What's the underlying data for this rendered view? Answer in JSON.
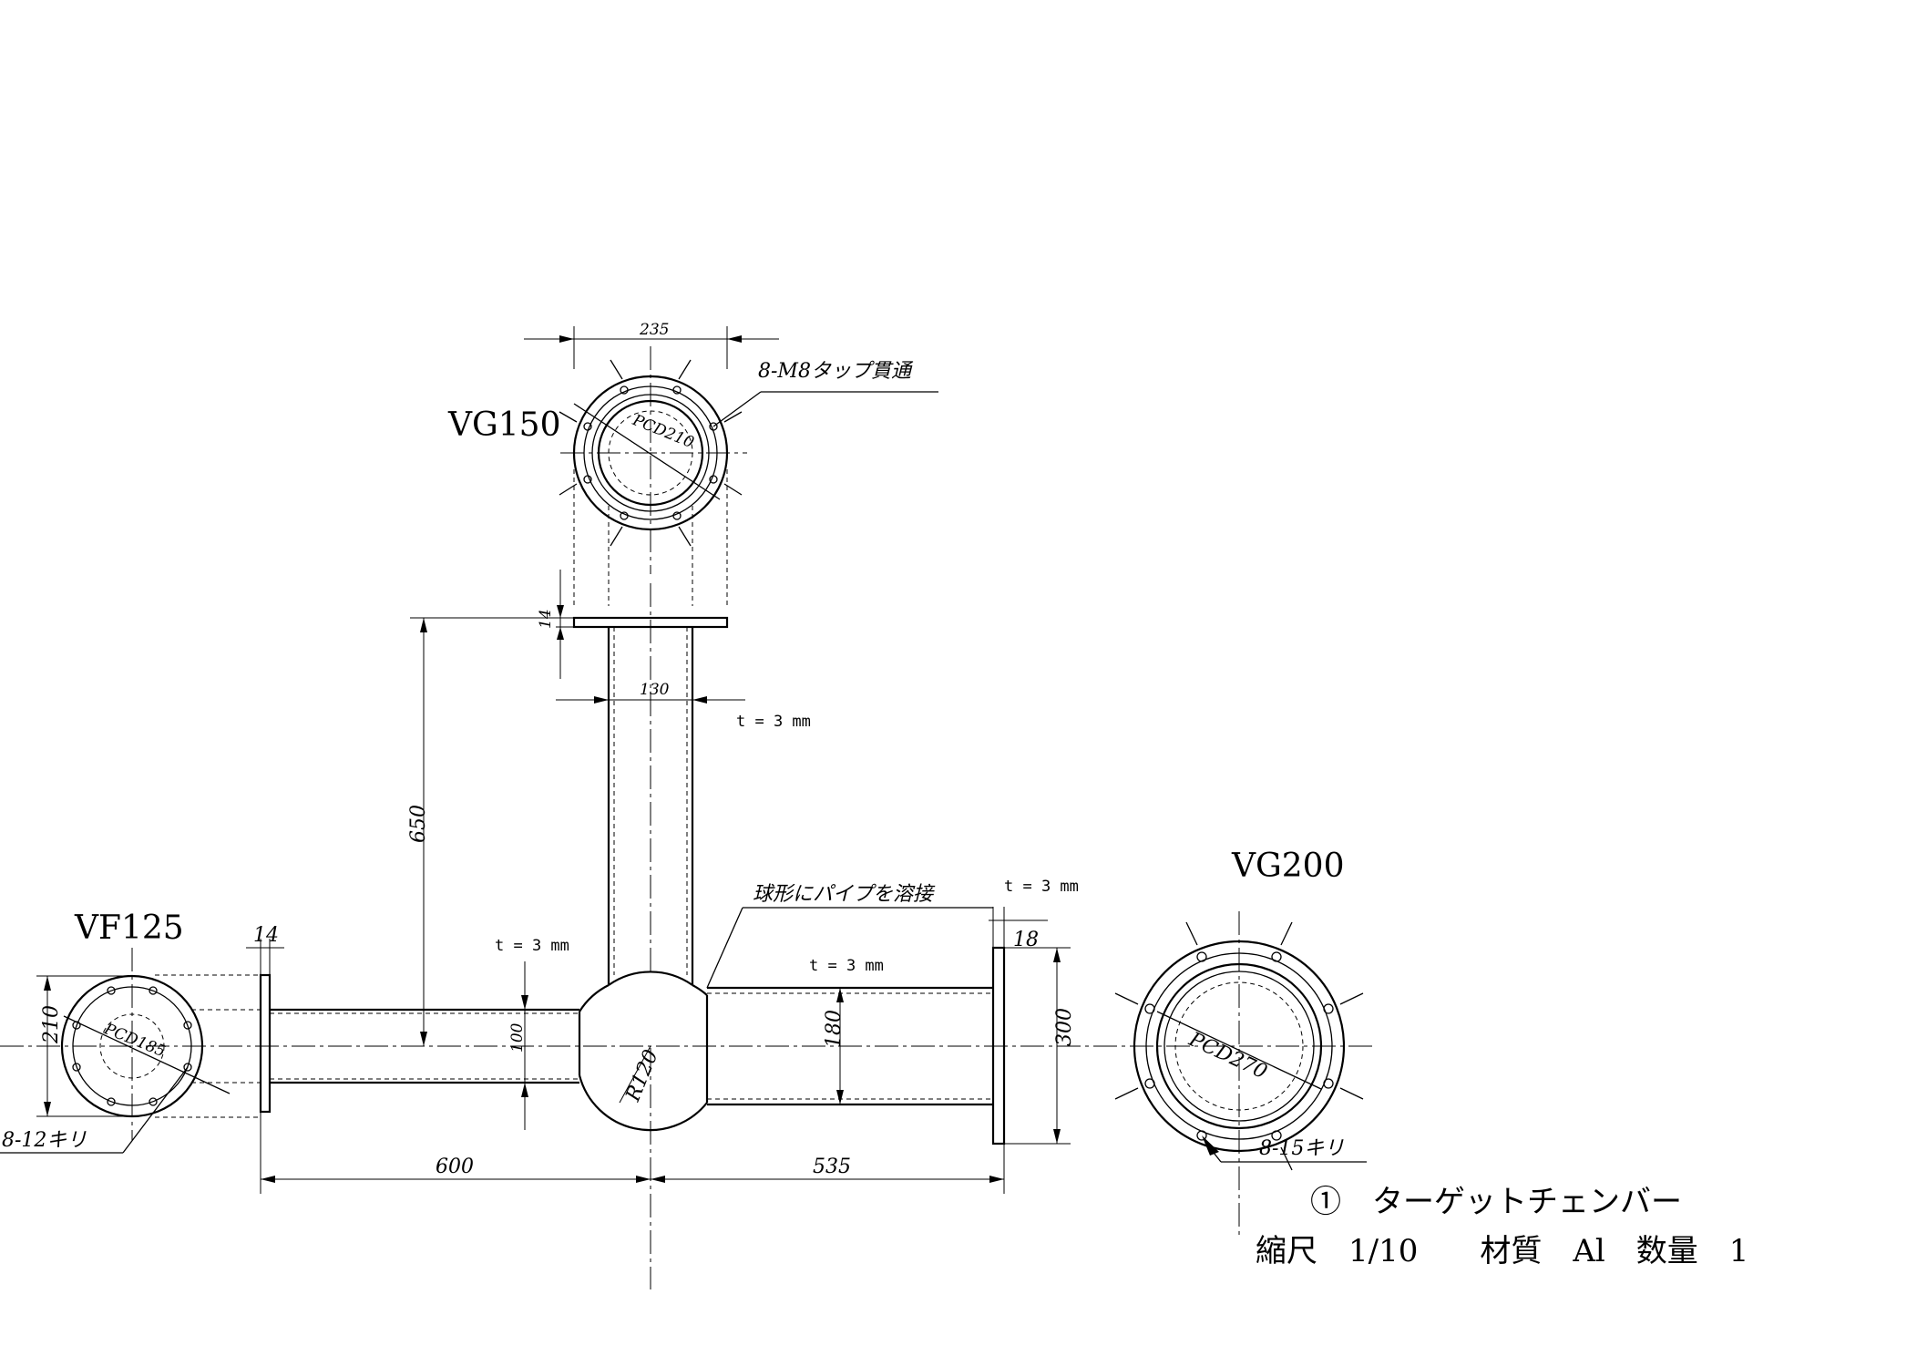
{
  "labels": {
    "vg150": "VG150",
    "vg200": "VG200",
    "vf125": "VF125",
    "tap_note": "8-M8タップ貫通",
    "weld_note": "球形にパイプを溶接",
    "holes_left": "8-12キリ",
    "holes_right": "8-15キリ",
    "pcd_top": "PCD210",
    "pcd_left": "PCD185",
    "pcd_right": "PCD270",
    "radius": "R120"
  },
  "dimensions": {
    "d235": "235",
    "d130": "130",
    "d14_top": "14",
    "d650": "650",
    "d14_left": "14",
    "d18": "18",
    "d210": "210",
    "d100": "100",
    "d180": "180",
    "d300": "300",
    "d600": "600",
    "d535": "535"
  },
  "thickness": {
    "t_top": "t = 3 mm",
    "t_left": "t = 3 mm",
    "t_right": "t = 3 mm",
    "t_flange": "t = 3 mm"
  },
  "title_block": {
    "title": "①　ターゲットチェンバー",
    "spec": "縮尺　1/10　　材質　Al　数量　1"
  }
}
